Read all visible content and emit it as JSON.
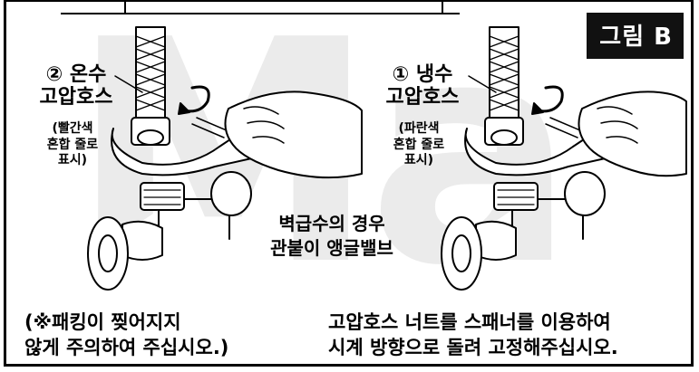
{
  "badge": "그림 B",
  "left": {
    "title_line1": "② 온수",
    "title_line2": "고압호스",
    "note_line1": "(빨간색",
    "note_line2": "혼합 줄로",
    "note_line3": "표시)"
  },
  "right": {
    "title_line1": "① 냉수",
    "title_line2": "고압호스",
    "note_line1": "(파란색",
    "note_line2": "혼합 줄로",
    "note_line3": "표시)"
  },
  "center": {
    "line1": "벽급수의 경우",
    "line2": "관붙이 앵글밸브"
  },
  "bottom_left": {
    "line1": "(※패킹이 찢어지지",
    "line2": "않게 주의하여 주십시오.)"
  },
  "bottom_right": {
    "line1": "고압호스 너트를 스패너를 이용하여",
    "line2": "시계 방향으로 돌려 고정해주십시오."
  }
}
